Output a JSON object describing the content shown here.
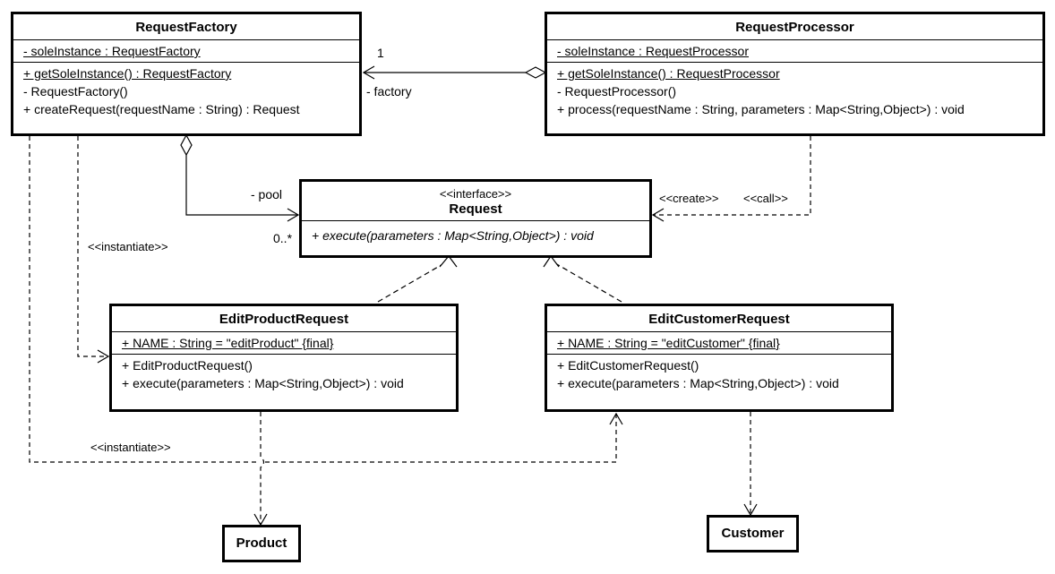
{
  "classes": {
    "request_factory": {
      "name": "RequestFactory",
      "attributes": [
        "- soleInstance : RequestFactory"
      ],
      "operations": [
        "+ getSoleInstance() : RequestFactory",
        "- RequestFactory()",
        "+ createRequest(requestName : String) : Request"
      ]
    },
    "request_processor": {
      "name": "RequestProcessor",
      "attributes": [
        "- soleInstance : RequestProcessor"
      ],
      "operations": [
        "+ getSoleInstance() : RequestProcessor",
        "- RequestProcessor()",
        "+ process(requestName : String, parameters : Map<String,Object>) : void"
      ]
    },
    "request": {
      "stereotype": "<<interface>>",
      "name": "Request",
      "operations": [
        "+ execute(parameters : Map<String,Object>) : void"
      ]
    },
    "edit_product_request": {
      "name": "EditProductRequest",
      "attributes": [
        "+ NAME : String = \"editProduct\" {final}"
      ],
      "operations": [
        "+ EditProductRequest()",
        "+ execute(parameters : Map<String,Object>) : void"
      ]
    },
    "edit_customer_request": {
      "name": "EditCustomerRequest",
      "attributes": [
        "+ NAME : String = \"editCustomer\" {final}"
      ],
      "operations": [
        "+ EditCustomerRequest()",
        "+ execute(parameters : Map<String,Object>) : void"
      ]
    },
    "product": {
      "name": "Product"
    },
    "customer": {
      "name": "Customer"
    }
  },
  "relations": {
    "factory_multiplicity": "1",
    "factory_role": "- factory",
    "pool_role": "- pool",
    "pool_multiplicity": "0..*",
    "create_label": "<<create>>",
    "call_label": "<<call>>",
    "instantiate_label_1": "<<instantiate>>",
    "instantiate_label_2": "<<instantiate>>"
  }
}
